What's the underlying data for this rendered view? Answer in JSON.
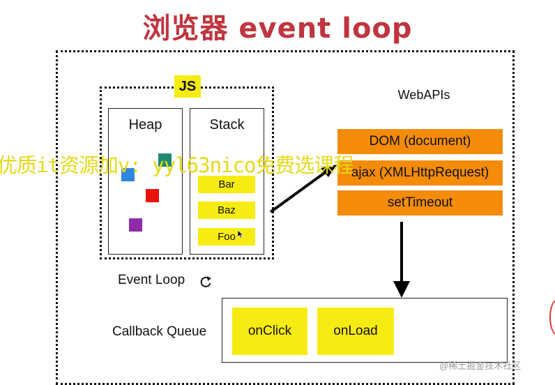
{
  "title": "浏览器 event loop",
  "js_engine": {
    "label": "JS",
    "heap": {
      "label": "Heap",
      "objects": [
        {
          "name": "teal-object",
          "color": "#1f8a70"
        },
        {
          "name": "blue-object",
          "color": "#2f86e0"
        },
        {
          "name": "red-object",
          "color": "#e8140c"
        },
        {
          "name": "purple-object",
          "color": "#8e2ba8"
        }
      ]
    },
    "stack": {
      "label": "Stack",
      "frames": [
        "Bar",
        "Baz",
        "Foo"
      ]
    }
  },
  "web_apis": {
    "label": "WebAPIs",
    "items": [
      "DOM (document)",
      "ajax (XMLHttpRequest)",
      "setTimeout"
    ]
  },
  "event_loop": {
    "label": "Event Loop",
    "icon": "refresh-icon"
  },
  "callback_queue": {
    "label": "Callback Queue",
    "items": [
      "onClick",
      "onLoad"
    ]
  },
  "watermark": "优质it资源加v: yyl63nico免费选课程",
  "credit": "@稀土掘金技术社区",
  "colors": {
    "title": "#c0353f",
    "highlight": "#f7ec12",
    "api": "#f48c0a"
  }
}
